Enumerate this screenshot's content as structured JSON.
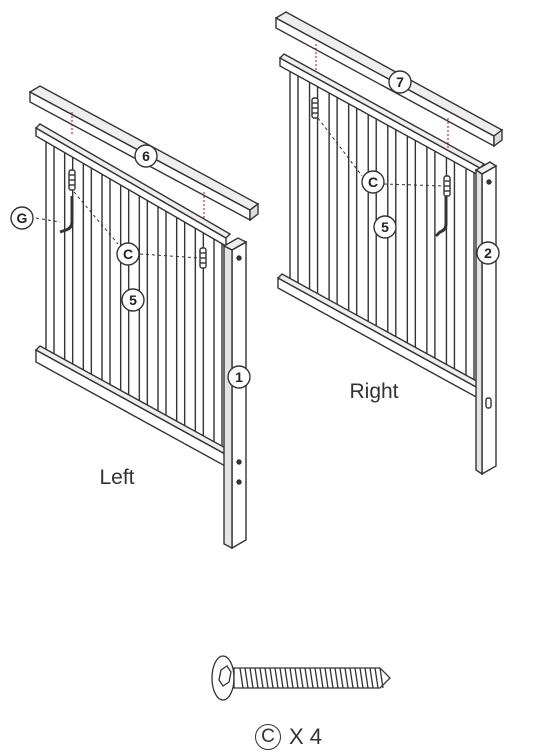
{
  "panels": {
    "left": {
      "label": "Left"
    },
    "right": {
      "label": "Right"
    }
  },
  "callouts": {
    "part_1": "1",
    "part_2": "2",
    "part_5_left": "5",
    "part_5_right": "5",
    "part_6": "6",
    "part_7": "7",
    "hardware_c_left": "C",
    "hardware_c_right": "C",
    "hardware_g": "G"
  },
  "hardware_note": {
    "letter": "C",
    "quantity": "X 4"
  }
}
